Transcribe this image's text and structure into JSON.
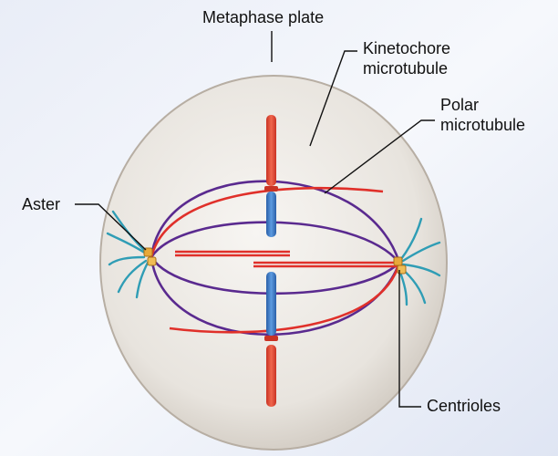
{
  "labels": {
    "metaphase_plate": "Metaphase plate",
    "kinetochore": [
      "Kinetochore",
      "microtubule"
    ],
    "polar": [
      "Polar",
      "microtubule"
    ],
    "aster": "Aster",
    "centrioles": "Centrioles"
  },
  "colors": {
    "kinetochore_microtubule": "#5a2a8f",
    "polar_microtubule": "#e0302a",
    "aster_fiber": "#2f9db5",
    "chromatid_red": "#e24a36",
    "chromatid_blue": "#3a78c7",
    "centriole": "#e8a93a",
    "cell_fill": "#e6e2dc",
    "cell_edge": "#bdb6ad",
    "background_tint": "#d9dff0"
  }
}
